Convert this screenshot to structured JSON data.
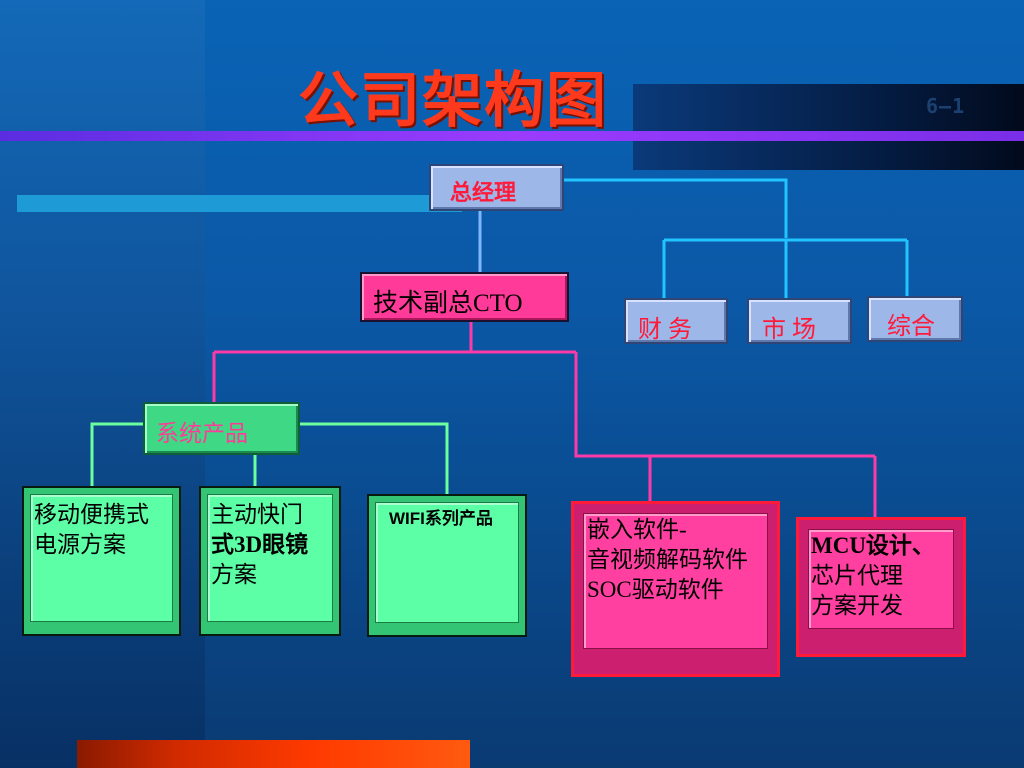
{
  "slide": {
    "title": "公司架构图",
    "page_number": "6—1"
  },
  "org": {
    "ceo": "总经理",
    "cto": "技术副总CTO",
    "finance": "财 务",
    "market": "市  场",
    "general": "综合",
    "system_products": "系统产品",
    "mobile_power": [
      "移动便携式",
      "电源方案"
    ],
    "shutter_3d": [
      "主动快门",
      "式3D眼镜",
      "方案"
    ],
    "wifi": "WIFI系列产品",
    "embedded": [
      "嵌入软件-",
      "音视频解码软件",
      "SOC驱动软件"
    ],
    "mcu": [
      "MCU设计、",
      "芯片代理",
      "方案开发"
    ]
  },
  "colors": {
    "title": "#ff3a1c",
    "connector_cyan": "#22c4ff",
    "connector_pink": "#ff3aa8",
    "connector_green": "#6bff9e",
    "connector_blue": "#7fb6ff"
  }
}
